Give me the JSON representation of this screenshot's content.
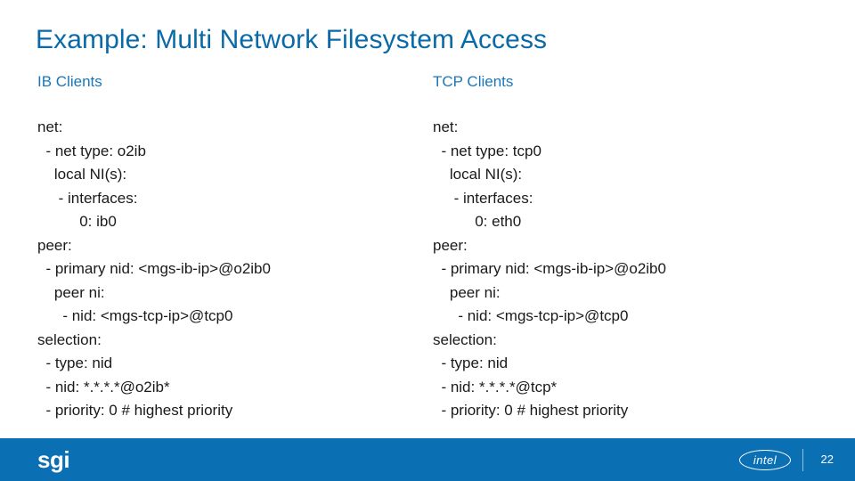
{
  "slide": {
    "title": "Example: Multi Network Filesystem Access",
    "columns": [
      {
        "heading": "IB Clients",
        "code": "net:\n  - net type: o2ib\n    local NI(s):\n     - interfaces:\n          0: ib0\npeer:\n  - primary nid: <mgs-ib-ip>@o2ib0\n    peer ni:\n      - nid: <mgs-tcp-ip>@tcp0\nselection:\n  - type: nid\n  - nid: *.*.*.*@o2ib*\n  - priority: 0 # highest priority"
      },
      {
        "heading": "TCP Clients",
        "code": "net:\n  - net type: tcp0\n    local NI(s):\n     - interfaces:\n          0: eth0\npeer:\n  - primary nid: <mgs-ib-ip>@o2ib0\n    peer ni:\n      - nid: <mgs-tcp-ip>@tcp0\nselection:\n  - type: nid\n  - nid: *.*.*.*@tcp*\n  - priority: 0 # highest priority"
      }
    ]
  },
  "footer": {
    "brand": "sgi",
    "partner_logo": "intel",
    "page_number": "22",
    "bar_color": "#0b6fb4"
  }
}
